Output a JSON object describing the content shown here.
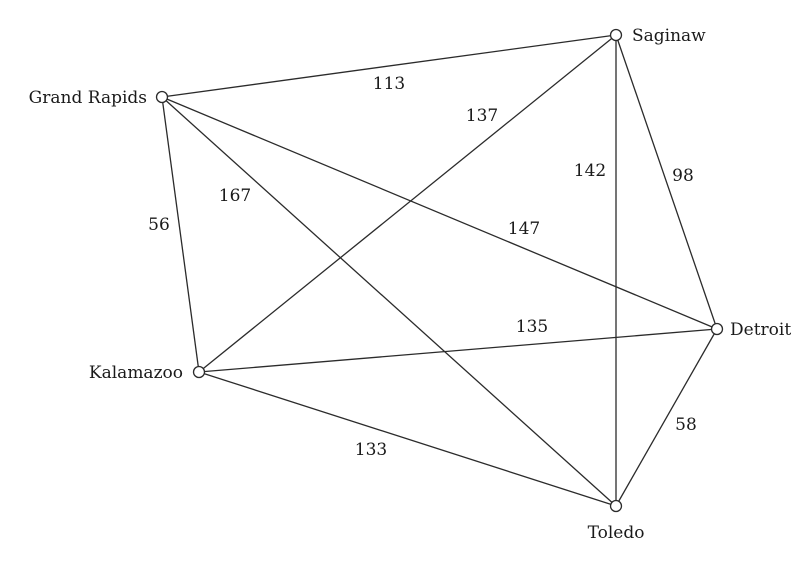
{
  "graph": {
    "nodes": [
      {
        "id": "saginaw",
        "label": "Saginaw"
      },
      {
        "id": "grand_rapids",
        "label": "Grand Rapids"
      },
      {
        "id": "detroit",
        "label": "Detroit"
      },
      {
        "id": "kalamazoo",
        "label": "Kalamazoo"
      },
      {
        "id": "toledo",
        "label": "Toledo"
      }
    ],
    "edges": [
      {
        "from": "grand_rapids",
        "to": "saginaw",
        "weight": "113"
      },
      {
        "from": "kalamazoo",
        "to": "saginaw",
        "weight": "137"
      },
      {
        "from": "toledo",
        "to": "saginaw",
        "weight": "142"
      },
      {
        "from": "saginaw",
        "to": "detroit",
        "weight": "98"
      },
      {
        "from": "grand_rapids",
        "to": "toledo",
        "weight": "167"
      },
      {
        "from": "grand_rapids",
        "to": "detroit",
        "weight": "147"
      },
      {
        "from": "grand_rapids",
        "to": "kalamazoo",
        "weight": "56"
      },
      {
        "from": "kalamazoo",
        "to": "detroit",
        "weight": "135"
      },
      {
        "from": "kalamazoo",
        "to": "toledo",
        "weight": "133"
      },
      {
        "from": "detroit",
        "to": "toledo",
        "weight": "58"
      }
    ]
  }
}
